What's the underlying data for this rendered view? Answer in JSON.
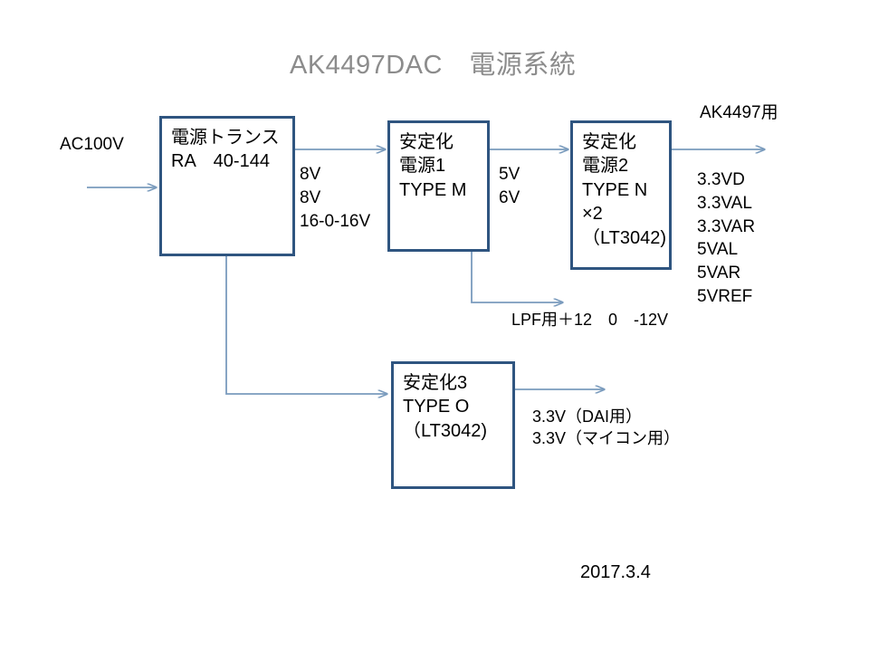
{
  "page": {
    "title": "AK4497DAC　電源系統",
    "date": "2017.3.4",
    "background": "#ffffff",
    "box_border_color": "#2f5580",
    "wire_color": "#7a9bbd",
    "title_color": "#8c8c8c",
    "text_color": "#000000"
  },
  "inputs": {
    "ac_label": "AC100V"
  },
  "boxes": [
    {
      "id": "transformer",
      "lines": [
        "電源トランス",
        "RA　40-144"
      ]
    },
    {
      "id": "regulator-1",
      "lines": [
        "安定化",
        "電源1",
        "TYPE M"
      ]
    },
    {
      "id": "regulator-2",
      "lines": [
        "安定化",
        "電源2",
        "TYPE N",
        "×2",
        "（LT3042)"
      ]
    },
    {
      "id": "regulator-3",
      "lines": [
        "安定化3",
        "TYPE O",
        "（LT3042)"
      ]
    }
  ],
  "labels": {
    "transformer_outputs": [
      "8V",
      "8V",
      "16-0-16V"
    ],
    "regulator1_outputs": [
      "5V",
      "6V"
    ],
    "regulator2_header": "AK4497用",
    "regulator2_outputs": [
      "3.3VD",
      "3.3VAL",
      "3.3VAR",
      "5VAL",
      "5VAR",
      "5VREF"
    ],
    "lpf_output": "LPF用＋12　0　-12V",
    "regulator3_outputs": [
      "3.3V（DAI用）",
      "3.3V（マイコン用）"
    ]
  }
}
